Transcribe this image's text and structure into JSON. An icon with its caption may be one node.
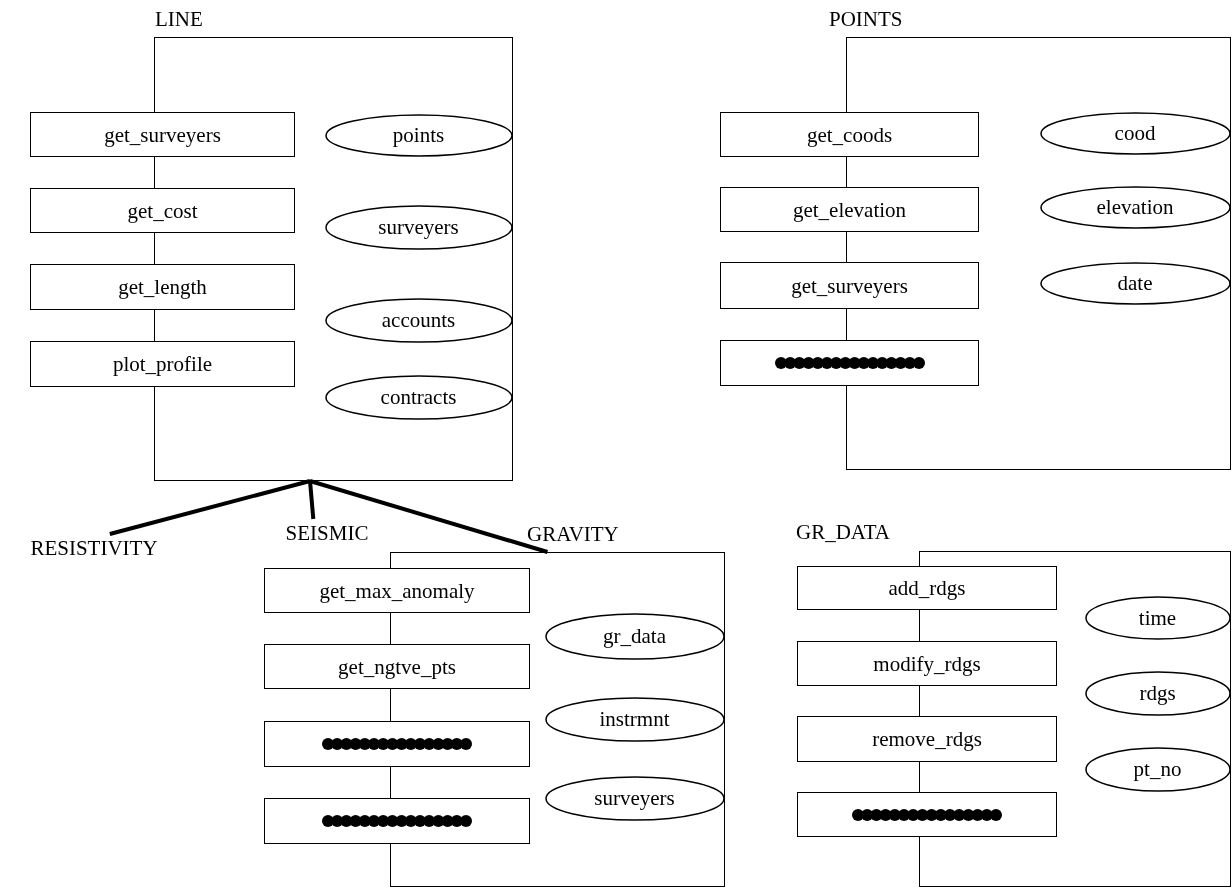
{
  "diagram": {
    "nodes": [
      {
        "text": [
          "LINE"
        ]
      },
      {
        "text": [
          "get_surveyers"
        ]
      },
      {
        "text": [
          "get_cost"
        ]
      },
      {
        "text": [
          "get_length"
        ]
      },
      {
        "text": [
          "plot_profile"
        ]
      },
      {
        "text": [
          "points"
        ],
        "in": 0
      },
      {
        "text": [
          "surveyers"
        ],
        "in": 0
      },
      {
        "text": [
          "accounts"
        ],
        "in": 0
      },
      {
        "text": [
          "contracts"
        ],
        "in": 0
      },
      {
        "text": [
          "POINTS"
        ]
      },
      {
        "text": [
          "get_coods"
        ]
      },
      {
        "text": [
          "get_elevation"
        ]
      },
      {
        "text": [
          "get_surveyers"
        ]
      },
      {
        "text": [],
        "shape": "box"
      },
      {
        "text": [
          "cood"
        ],
        "in": 9
      },
      {
        "text": [
          "elevation"
        ],
        "in": 9
      },
      {
        "text": [
          "date"
        ],
        "in": 9
      },
      {
        "text": [
          "RESISTIVITY"
        ]
      },
      {
        "text": [
          "SEISMIC"
        ]
      },
      {
        "text": [
          "GRAVITY"
        ]
      },
      {
        "text": [
          "get_max_anomaly"
        ]
      },
      {
        "text": [
          "get_ngtve_pts"
        ]
      },
      {
        "text": [],
        "shape": "box"
      },
      {
        "text": [],
        "shape": "box"
      },
      {
        "text": [
          "gr_data"
        ],
        "in": 19
      },
      {
        "text": [
          "instrmnt"
        ],
        "in": 19
      },
      {
        "text": [
          "surveyers"
        ],
        "in": 19
      },
      {
        "text": [
          "GR_DATA"
        ]
      },
      {
        "text": [
          "add_rdgs"
        ]
      },
      {
        "text": [
          "modify_rdgs"
        ]
      },
      {
        "text": [
          "remove_rdgs"
        ]
      },
      {
        "text": [],
        "shape": "box"
      },
      {
        "text": [
          "time"
        ],
        "in": 27
      },
      {
        "text": [
          "rdgs"
        ],
        "in": 27
      },
      {
        "text": [
          "pt_no"
        ],
        "in": 27
      }
    ],
    "edges": [
      {
        "from": 0,
        "to": 17,
        "arrow": "none"
      },
      {
        "from": 0,
        "to": 18,
        "arrow": "none"
      },
      {
        "from": 0,
        "to": 19,
        "arrow": "none"
      }
    ]
  }
}
